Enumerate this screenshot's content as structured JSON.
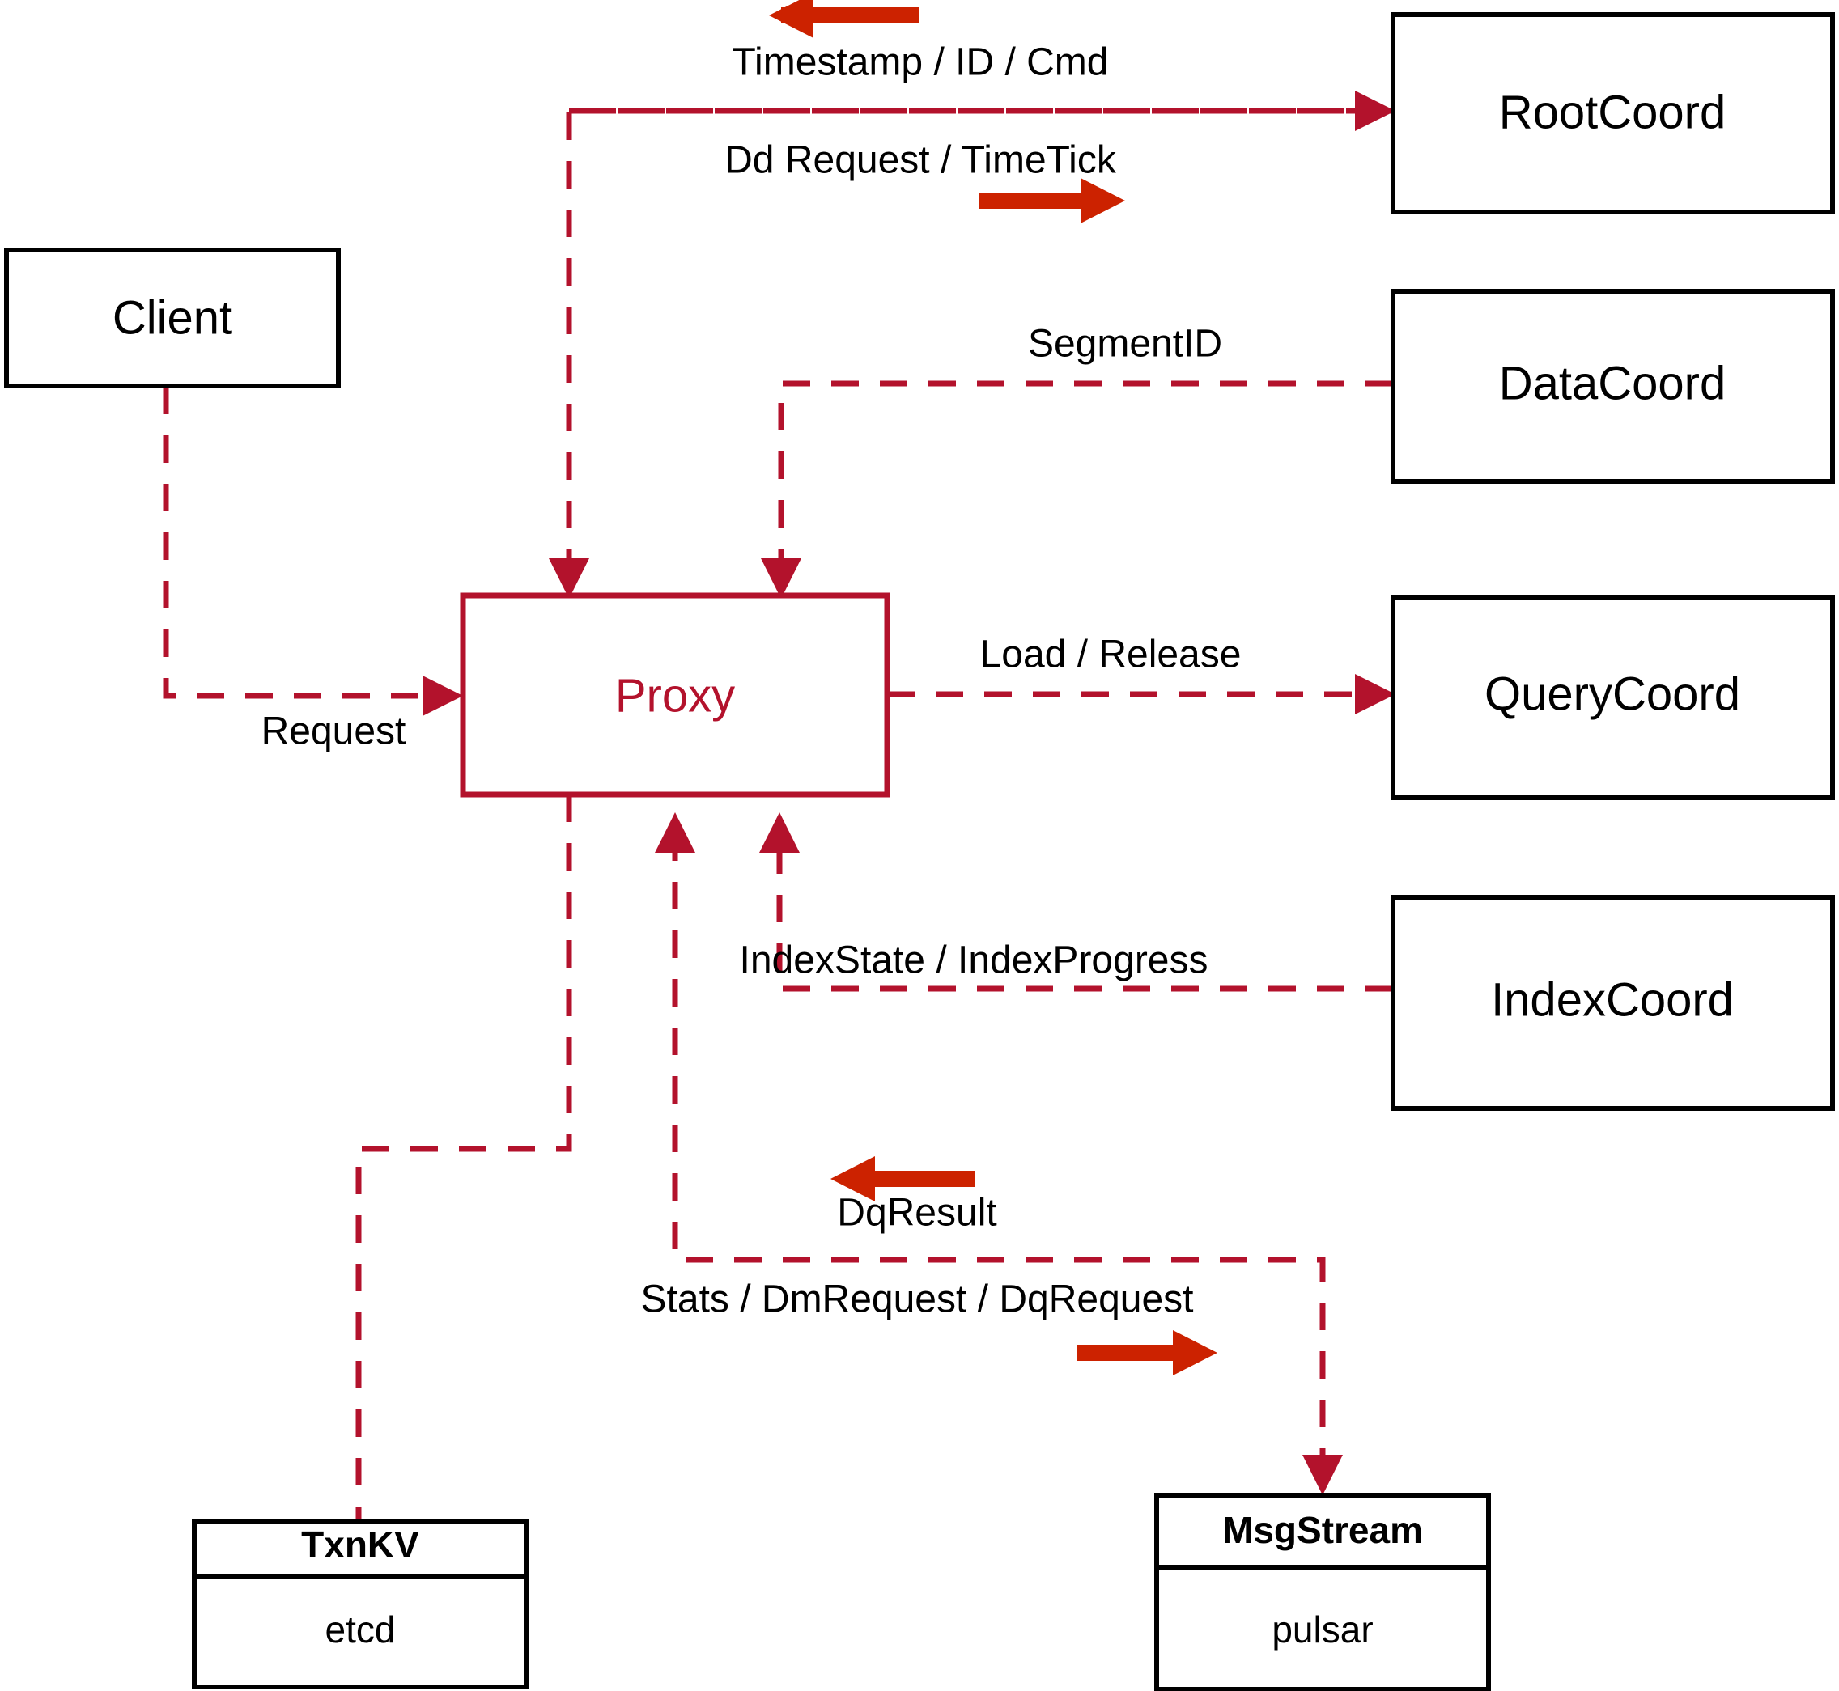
{
  "diagram": {
    "title": "Milvus Proxy Architecture",
    "colors": {
      "accent": "#b3122c",
      "arrow": "#cc2200",
      "box_stroke": "#000000",
      "background": "#ffffff"
    },
    "nodes": {
      "client": {
        "label": "Client"
      },
      "proxy": {
        "label": "Proxy"
      },
      "root_coord": {
        "label": "RootCoord"
      },
      "data_coord": {
        "label": "DataCoord"
      },
      "query_coord": {
        "label": "QueryCoord"
      },
      "index_coord": {
        "label": "IndexCoord"
      },
      "txn_kv": {
        "header": "TxnKV",
        "body": "etcd"
      },
      "msg_stream": {
        "header": "MsgStream",
        "body": "pulsar"
      }
    },
    "edges": [
      {
        "id": "client-to-proxy",
        "label": "Request",
        "from": "client",
        "to": "proxy",
        "direction": "right"
      },
      {
        "id": "rootcoord-to-proxy",
        "label": "Timestamp / ID / Cmd",
        "from": "root_coord",
        "to": "proxy",
        "direction": "left"
      },
      {
        "id": "proxy-to-rootcoord",
        "label": "Dd Request / TimeTick",
        "from": "proxy",
        "to": "root_coord",
        "direction": "right"
      },
      {
        "id": "datacoord-to-proxy",
        "label": "SegmentID",
        "from": "data_coord",
        "to": "proxy",
        "direction": "left"
      },
      {
        "id": "proxy-to-querycoord",
        "label": "Load / Release",
        "from": "proxy",
        "to": "query_coord",
        "direction": "right"
      },
      {
        "id": "indexcoord-to-proxy",
        "label": "IndexState / IndexProgress",
        "from": "index_coord",
        "to": "proxy",
        "direction": "left"
      },
      {
        "id": "msgstream-to-proxy",
        "label": "DqResult",
        "from": "msg_stream",
        "to": "proxy",
        "direction": "left"
      },
      {
        "id": "proxy-to-msgstream",
        "label": "Stats / DmRequest / DqRequest",
        "from": "proxy",
        "to": "msg_stream",
        "direction": "right"
      },
      {
        "id": "proxy-to-txnkv",
        "label": "",
        "from": "proxy",
        "to": "txn_kv",
        "direction": "none"
      }
    ]
  }
}
